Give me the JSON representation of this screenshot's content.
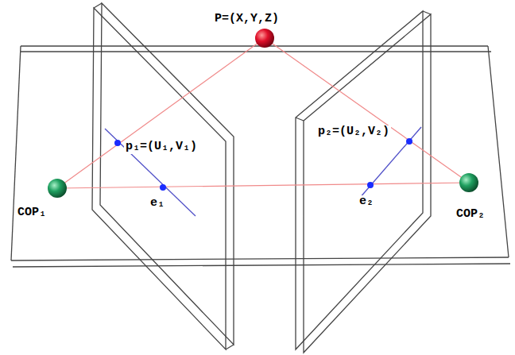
{
  "diagram": {
    "labels": [
      "P=(X,Y,Z)",
      "p₁=(U₁,V₁)",
      "e₁",
      "p₂=(U₂,V₂)",
      "e₂",
      "COP₁",
      "COP₂"
    ]
  }
}
